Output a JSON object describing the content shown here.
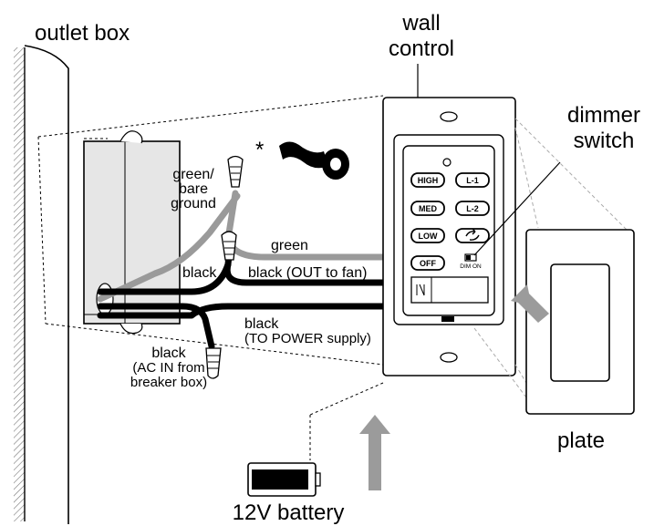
{
  "labels": {
    "outlet_box": "outlet box",
    "wall": "wall",
    "control": "control",
    "dimmer": "dimmer",
    "switch": "switch",
    "plate": "plate",
    "battery": "12V battery",
    "asterisk": "*",
    "green_bare_1": "green/",
    "green_bare_2": "bare",
    "green_bare_3": "ground",
    "green": "green",
    "black_1": "black",
    "black_out": "black (OUT to fan)",
    "black_to_1": "black",
    "black_to_2": "(TO POWER supply)",
    "black_ac_1": "black",
    "black_ac_2": "(AC IN from",
    "black_ac_3": "breaker box)"
  },
  "buttons": {
    "high": "HIGH",
    "l1": "L-1",
    "med": "MED",
    "l2": "L-2",
    "low": "LOW",
    "off": "OFF",
    "dim_on": "DIM  ON"
  },
  "colors": {
    "black_wire": "#000000",
    "green_wire": "#9a9a9a",
    "box_fill": "#e6e6e6",
    "arrow": "#9b9b9b"
  }
}
